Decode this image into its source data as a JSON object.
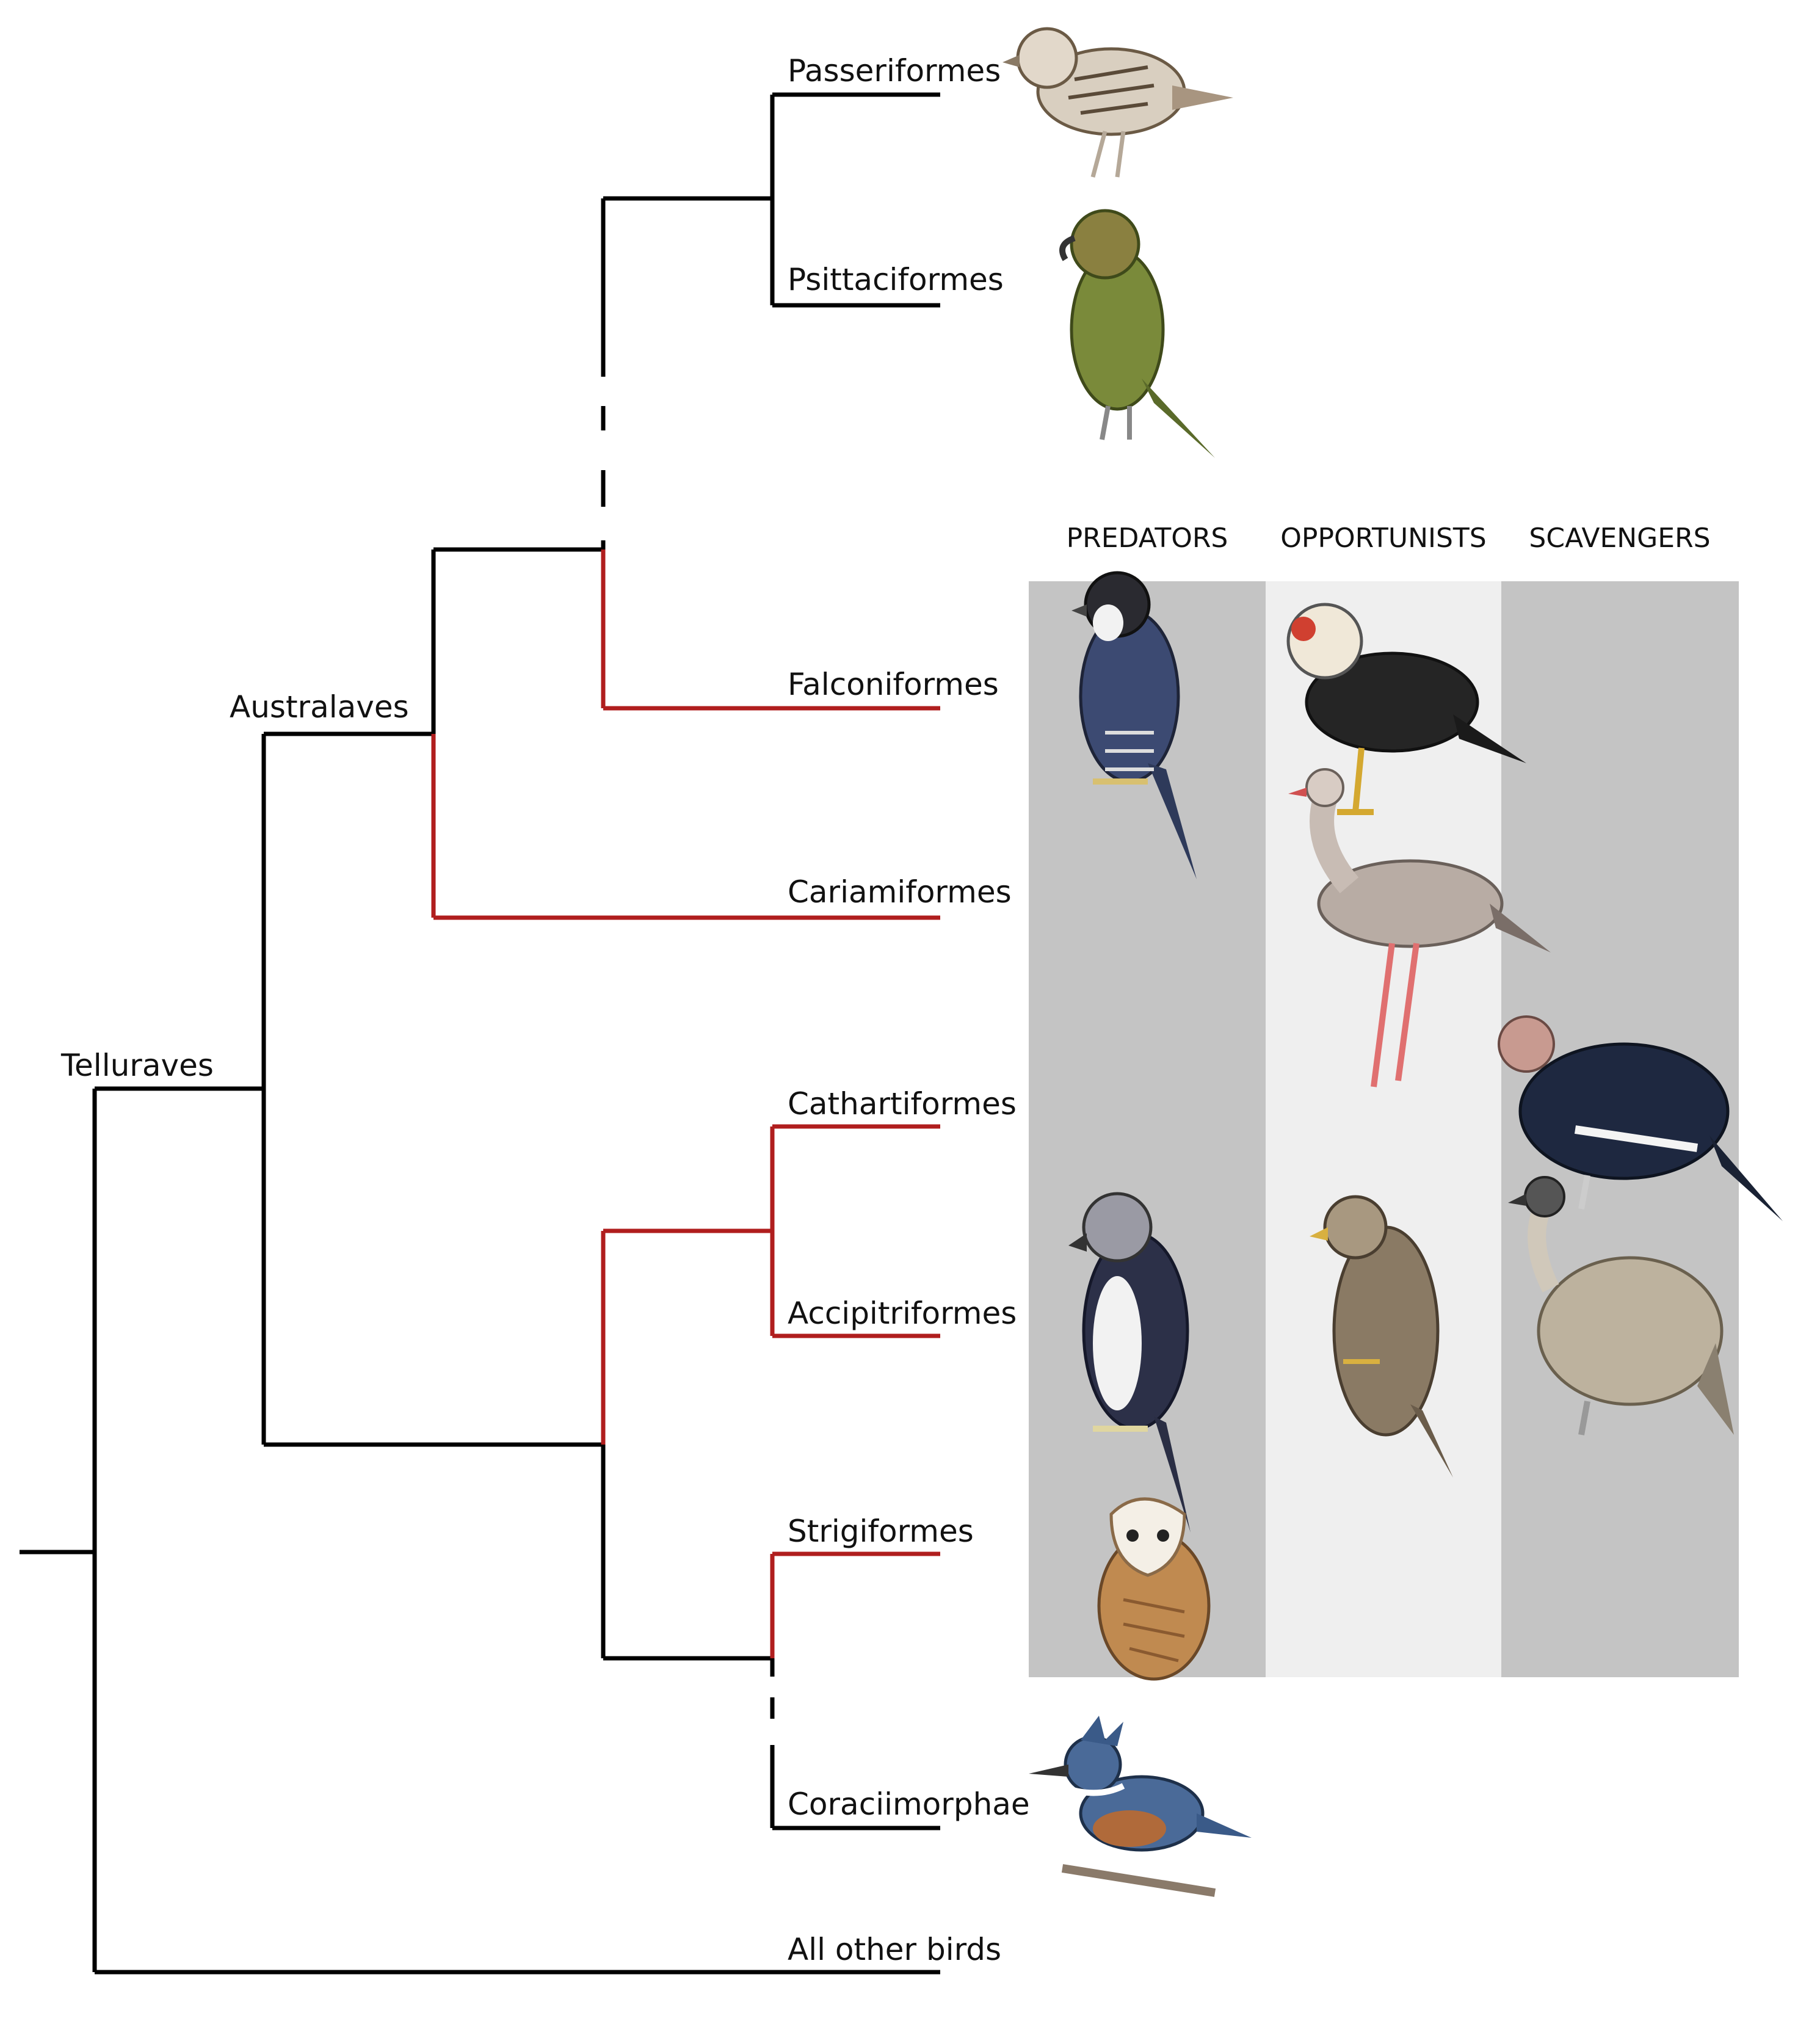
{
  "taxa": {
    "passeriformes": "Passeriformes",
    "psittaciformes": "Psittaciformes",
    "falconiformes": "Falconiformes",
    "cariamiformes": "Cariamiformes",
    "cathartiformes": "Cathartiformes",
    "accipitriformes": "Accipitriformes",
    "strigiformes": "Strigiformes",
    "coraciimorphae": "Coraciimorphae",
    "all_other_birds": "All other birds"
  },
  "clades": {
    "telluraves": "Telluraves",
    "australaves": "Australaves"
  },
  "columns": {
    "predators": "PREDATORS",
    "opportunists": "OPPORTUNISTS",
    "scavengers": "SCAVENGERS"
  },
  "colors": {
    "branch_default": "#000000",
    "branch_highlight": "#b01e1e",
    "column_dark": "#c4c4c4",
    "column_light": "#efefef"
  },
  "bird_icons": [
    "sparrow-icon",
    "kea-parrot-icon",
    "falcon-icon",
    "caracara-icon",
    "seriema-icon",
    "condor-icon",
    "harpy-eagle-icon",
    "kite-icon",
    "vulture-icon",
    "barn-owl-icon",
    "kingfisher-icon"
  ]
}
